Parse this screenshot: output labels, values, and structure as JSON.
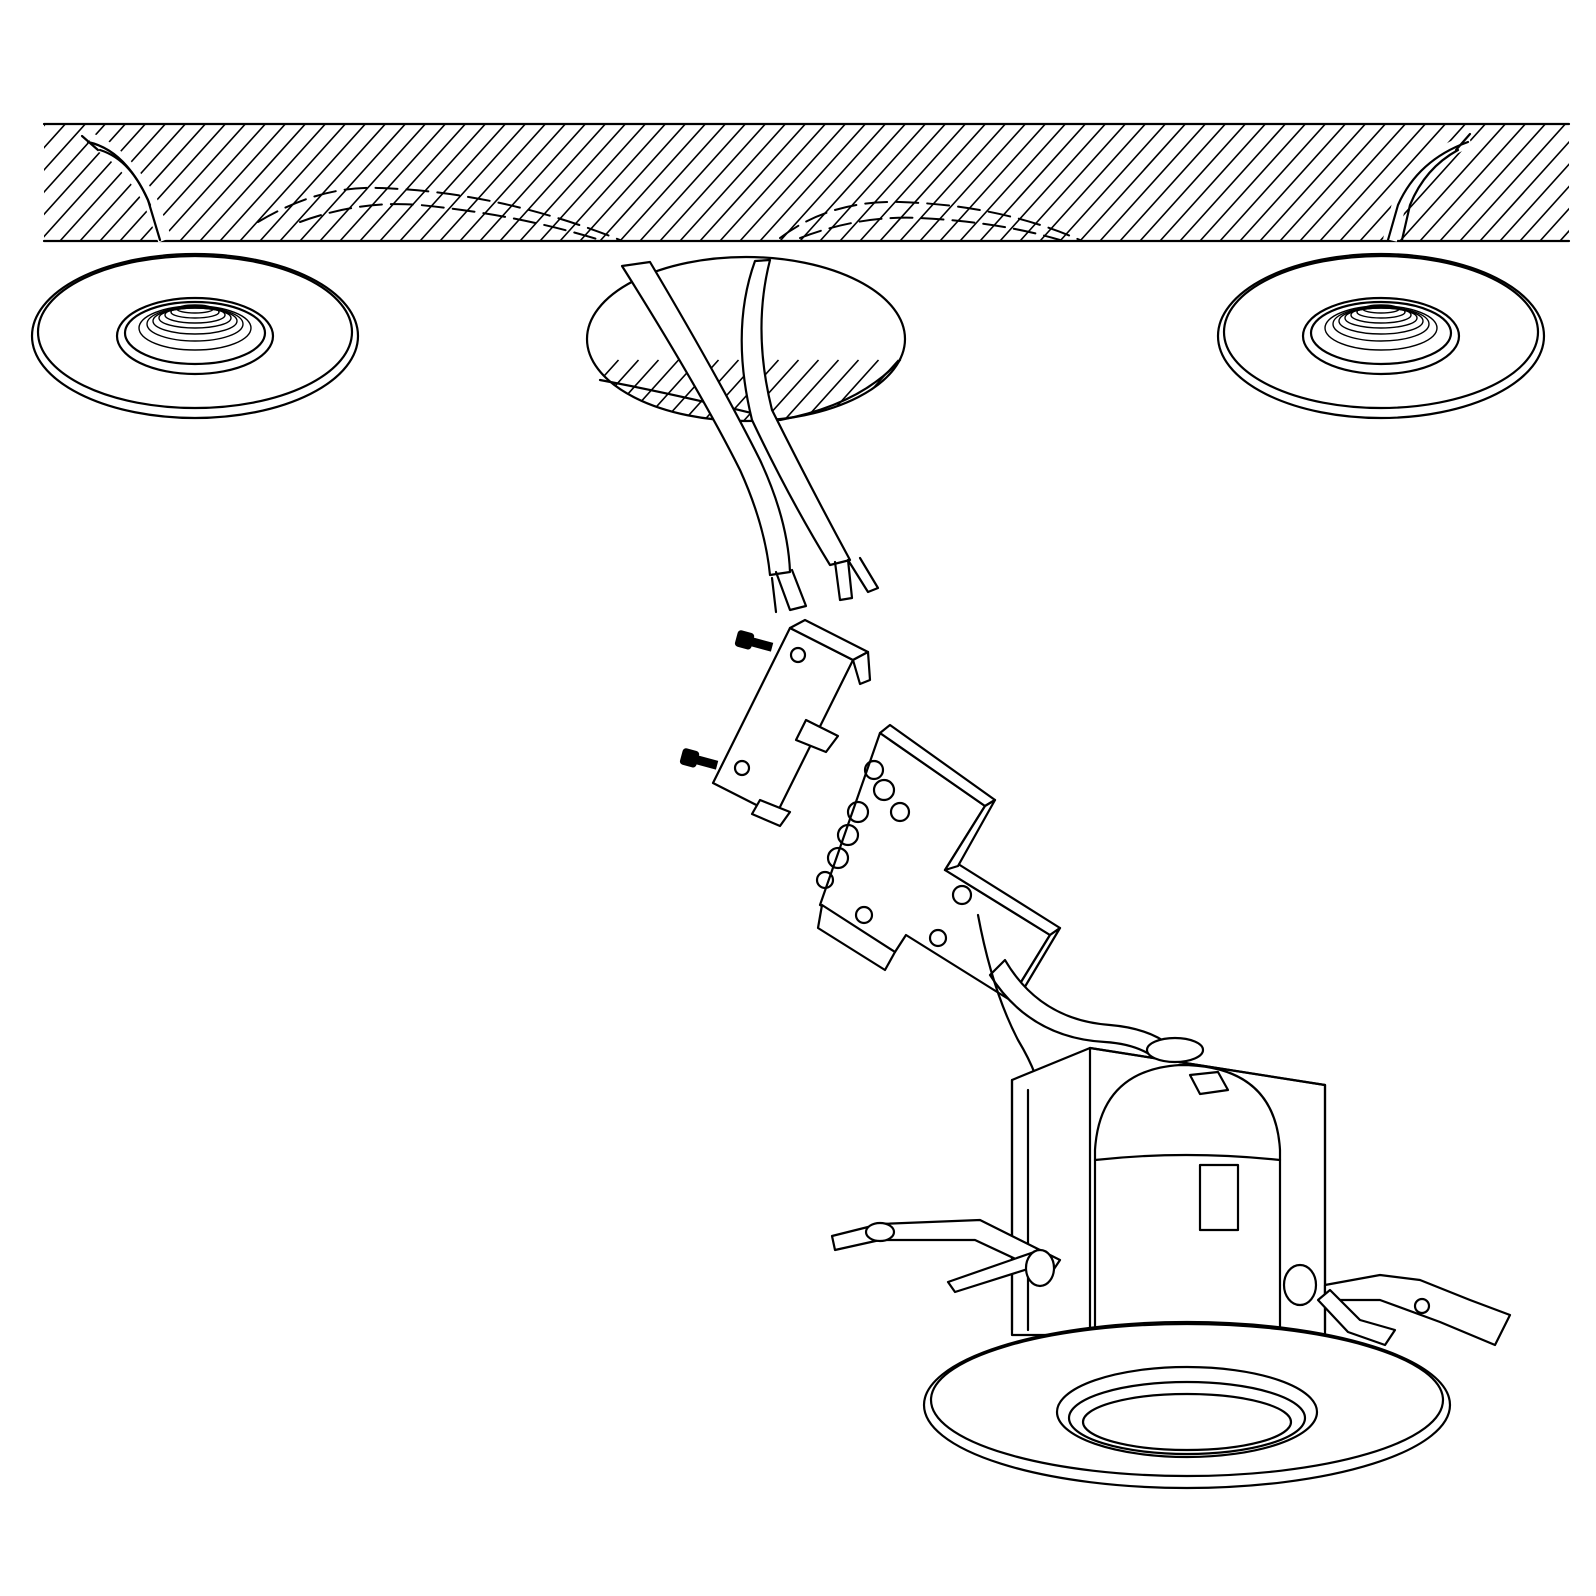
{
  "figure": {
    "background": "#ffffff",
    "stroke_color": "#000000",
    "caption": ""
  },
  "parts": {
    "ceiling": "ceiling-section-hatched",
    "left_downlight": "recessed-downlight-installed",
    "right_downlight": "recessed-downlight-installed",
    "ceiling_hole": "cutout-with-supply-cable",
    "terminal_cover": "terminal-block-cover-with-two-screws",
    "terminal_block": "terminal-block",
    "new_downlight": "downlight-with-spring-clips"
  }
}
